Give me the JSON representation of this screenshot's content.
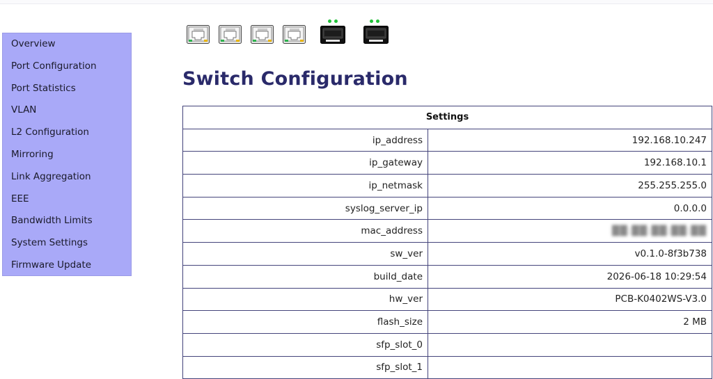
{
  "sidebar": {
    "items": [
      {
        "label": "Overview"
      },
      {
        "label": "Port Configuration"
      },
      {
        "label": "Port Statistics"
      },
      {
        "label": "VLAN"
      },
      {
        "label": "L2 Configuration"
      },
      {
        "label": "Mirroring"
      },
      {
        "label": "Link Aggregation"
      },
      {
        "label": "EEE"
      },
      {
        "label": "Bandwidth Limits"
      },
      {
        "label": "System Settings"
      },
      {
        "label": "Firmware Update"
      }
    ]
  },
  "ports": {
    "rj45": [
      {
        "icon": "ethernet-port-icon",
        "link_led": "#2bb24c",
        "activity_led": "#e8b400"
      },
      {
        "icon": "ethernet-port-icon",
        "link_led": "#2bb24c",
        "activity_led": "#e8b400"
      },
      {
        "icon": "ethernet-port-icon",
        "link_led": "#2bb24c",
        "activity_led": "#e8b400"
      },
      {
        "icon": "ethernet-port-icon",
        "link_led": "#2bb24c",
        "activity_led": "#e8b400"
      }
    ],
    "sfp": [
      {
        "icon": "sfp-port-icon",
        "led_color": "#22c33a"
      },
      {
        "icon": "sfp-port-icon",
        "led_color": "#22c33a"
      }
    ]
  },
  "page": {
    "title": "Switch Configuration"
  },
  "settings": {
    "header": "Settings",
    "rows": [
      {
        "key": "ip_address",
        "value": "192.168.10.247"
      },
      {
        "key": "ip_gateway",
        "value": "192.168.10.1"
      },
      {
        "key": "ip_netmask",
        "value": "255.255.255.0"
      },
      {
        "key": "syslog_server_ip",
        "value": "0.0.0.0"
      },
      {
        "key": "mac_address",
        "value": "",
        "redacted": true
      },
      {
        "key": "sw_ver",
        "value": "v0.1.0-8f3b738"
      },
      {
        "key": "build_date",
        "value": "2026-06-18 10:29:54"
      },
      {
        "key": "hw_ver",
        "value": "PCB-K0402WS-V3.0"
      },
      {
        "key": "flash_size",
        "value": "2 MB"
      },
      {
        "key": "sfp_slot_0",
        "value": ""
      },
      {
        "key": "sfp_slot_1",
        "value": ""
      }
    ]
  },
  "colors": {
    "sidebar_bg": "#a9a9f8",
    "title": "#2a2a6a",
    "table_border": "#43437a"
  }
}
